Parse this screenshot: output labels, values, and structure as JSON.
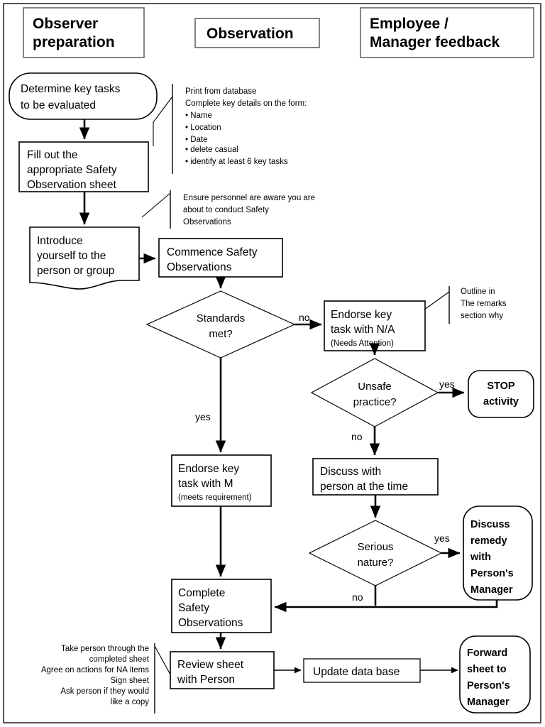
{
  "title": "Safety Observation Process Flowchart",
  "columns": [
    {
      "id": "observer-preparation",
      "line1": "Observer",
      "line2": "preparation"
    },
    {
      "id": "observation",
      "line1": "Observation",
      "line2": ""
    },
    {
      "id": "employee-manager-feedback",
      "line1": "Employee /",
      "line2": "Manager feedback"
    }
  ],
  "nodes": {
    "determine_key_tasks": {
      "shape": "rounded",
      "lines": [
        "Determine key tasks",
        "to be evaluated"
      ]
    },
    "fill_out_sheet": {
      "shape": "rect",
      "lines": [
        "Fill out the",
        "appropriate Safety",
        "Observation sheet"
      ]
    },
    "introduce_yourself": {
      "shape": "document",
      "lines": [
        "Introduce",
        "yourself to the",
        "person or group"
      ]
    },
    "commence_safety_observations": {
      "shape": "rect",
      "lines": [
        "Commence Safety",
        "Observations"
      ]
    },
    "standards_met": {
      "shape": "diamond",
      "lines": [
        "Standards",
        "met?"
      ]
    },
    "endorse_na": {
      "shape": "rect",
      "lines": [
        "Endorse key",
        "task with N/A"
      ],
      "sub": "(Needs Attention)"
    },
    "unsafe_practice": {
      "shape": "diamond",
      "lines": [
        "Unsafe",
        "practice?"
      ]
    },
    "stop_activity": {
      "shape": "rounded",
      "bold": true,
      "lines": [
        "STOP",
        "activity"
      ]
    },
    "endorse_m": {
      "shape": "rect",
      "lines": [
        "Endorse key",
        "task with M"
      ],
      "sub": "(meets requirement)"
    },
    "discuss_with_person": {
      "shape": "rect",
      "lines": [
        "Discuss with",
        "person at the time"
      ]
    },
    "serious_nature": {
      "shape": "diamond",
      "lines": [
        "Serious",
        "nature?"
      ]
    },
    "discuss_remedy": {
      "shape": "rounded",
      "bold": true,
      "lines": [
        "Discuss",
        "remedy",
        "with",
        "Person's",
        "Manager"
      ]
    },
    "complete_safety_observations": {
      "shape": "rect",
      "lines": [
        "Complete",
        "Safety",
        "Observations"
      ]
    },
    "review_sheet": {
      "shape": "rect",
      "lines": [
        "Review sheet",
        "with Person"
      ]
    },
    "update_database": {
      "shape": "rect",
      "lines": [
        "Update data base"
      ]
    },
    "forward_sheet": {
      "shape": "rounded",
      "bold": true,
      "lines": [
        "Forward",
        "sheet to",
        "Person's",
        "Manager"
      ]
    }
  },
  "edge_labels": {
    "standards_no": "no",
    "standards_yes": "yes",
    "unsafe_yes": "yes",
    "unsafe_no": "no",
    "serious_yes": "yes",
    "serious_no": "no"
  },
  "notes": {
    "print_details": {
      "align": "left",
      "lines": [
        "Print from database",
        "Complete key details on the form:",
        "• Name",
        "• Location",
        "• Date",
        "• delete casual",
        "• identify at least 6 key tasks"
      ]
    },
    "ensure_personnel": {
      "align": "left",
      "lines": [
        "Ensure personnel are aware you are",
        "about to conduct Safety",
        "Observations"
      ]
    },
    "outline_remarks": {
      "align": "left",
      "lines": [
        "Outline in",
        "The remarks",
        "section why"
      ]
    },
    "review_actions": {
      "align": "right",
      "lines": [
        "Take person through the",
        "completed sheet",
        "Agree on actions for NA items",
        "Sign sheet",
        "Ask person if they would",
        "like a copy"
      ]
    }
  },
  "colors": {
    "line": "#000000",
    "frame": "#555555",
    "background": "#ffffff"
  }
}
